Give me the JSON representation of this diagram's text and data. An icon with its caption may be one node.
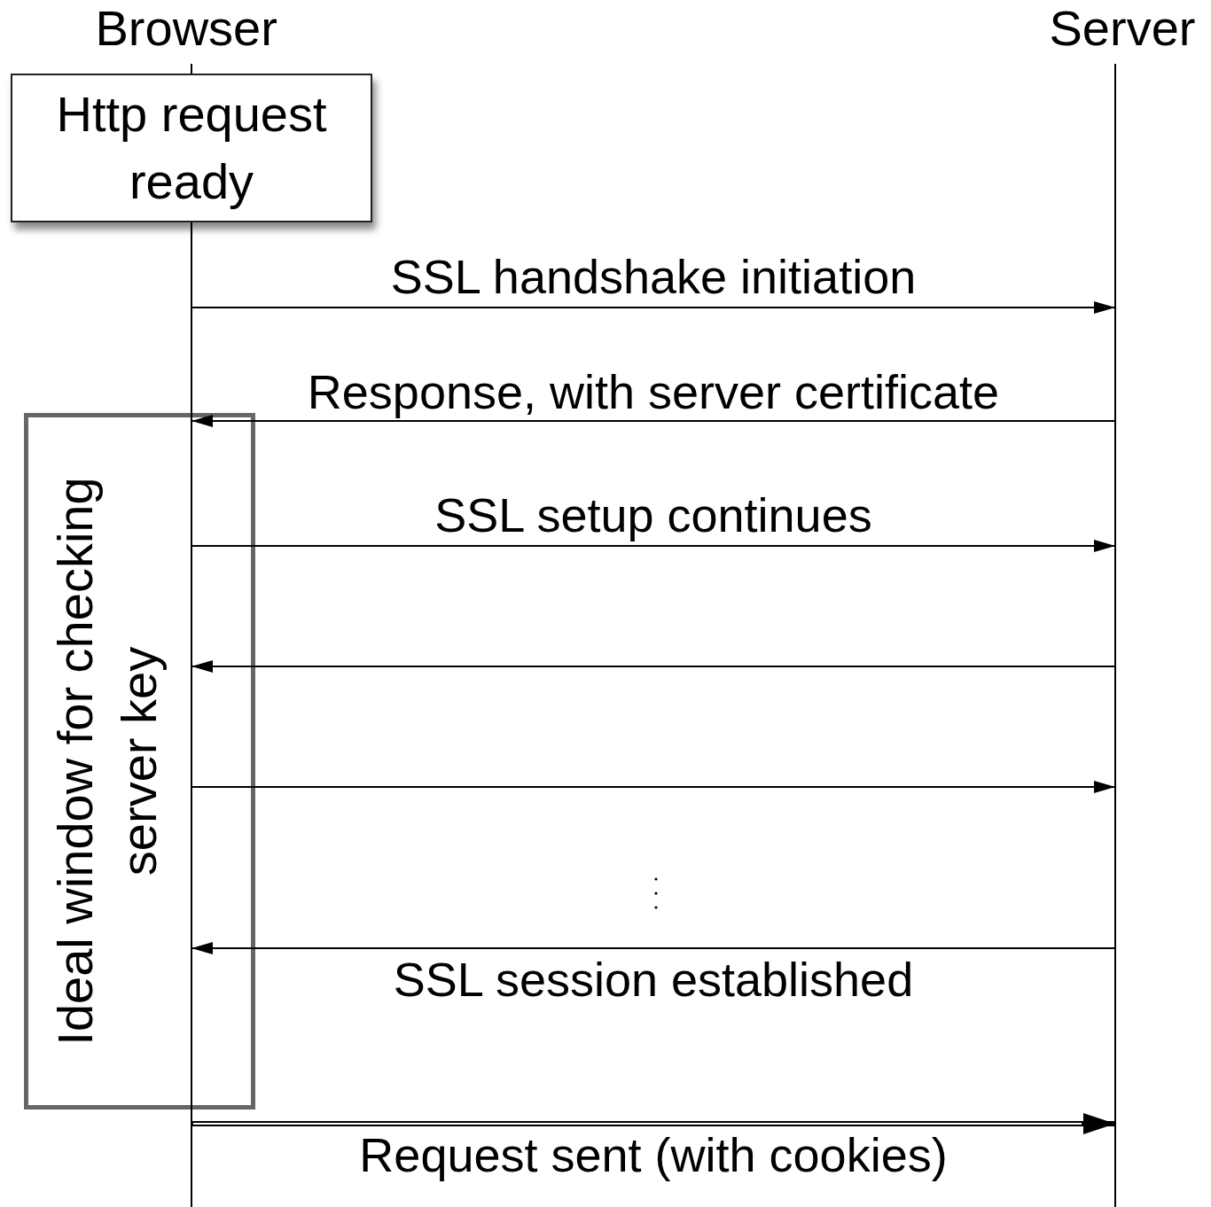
{
  "diagram": {
    "nodes": [
      {
        "text": [
          "Browser"
        ]
      },
      {
        "text": [
          "Server"
        ]
      },
      {
        "text": [
          "Http request ready"
        ]
      },
      {
        "text": [
          "Ideal window for checking server key"
        ]
      }
    ],
    "edges": [
      {
        "from": 0,
        "to": 1,
        "arrow": "to",
        "label": "SSL handshake initiation"
      },
      {
        "from": 1,
        "to": 0,
        "arrow": "to",
        "label": "Response, with server certificate"
      },
      {
        "from": 0,
        "to": 1,
        "arrow": "to",
        "label": "SSL setup continues"
      },
      {
        "from": 1,
        "to": 0,
        "arrow": "to"
      },
      {
        "from": 0,
        "to": 1,
        "arrow": "to"
      },
      {
        "from": 1,
        "to": 0,
        "arrow": "to",
        "label": "SSL session established"
      },
      {
        "from": 0,
        "to": 1,
        "arrow": "to",
        "label": "Request sent (with cookies)",
        "style": "thick"
      }
    ]
  }
}
